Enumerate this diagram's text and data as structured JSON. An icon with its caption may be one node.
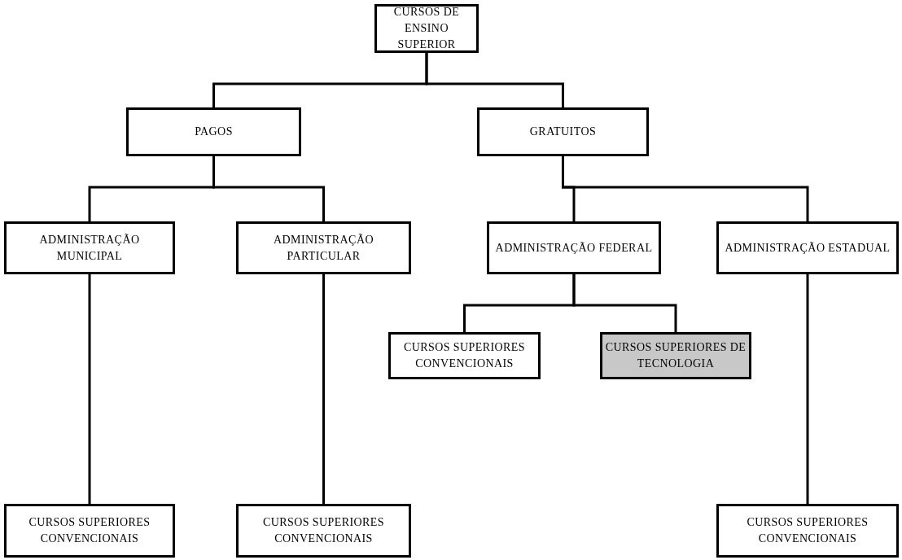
{
  "diagram": {
    "nodes": [
      {
        "text": [
          "CURSOS DE ENSINO SUPERIOR"
        ]
      },
      {
        "text": [
          "PAGOS"
        ]
      },
      {
        "text": [
          "GRATUITOS"
        ]
      },
      {
        "text": [
          "ADMINISTRAÇÃO MUNICIPAL"
        ]
      },
      {
        "text": [
          "ADMINISTRAÇÃO PARTICULAR"
        ]
      },
      {
        "text": [
          "ADMINISTRAÇÃO FEDERAL"
        ]
      },
      {
        "text": [
          "ADMINISTRAÇÃO ESTADUAL"
        ]
      },
      {
        "text": [
          "CURSOS SUPERIORES CONVENCIONAIS"
        ]
      },
      {
        "text": [
          "CURSOS SUPERIORES DE TECNOLOGIA"
        ]
      },
      {
        "text": [
          "CURSOS SUPERIORES CONVENCIONAIS"
        ]
      },
      {
        "text": [
          "CURSOS SUPERIORES CONVENCIONAIS"
        ]
      },
      {
        "text": [
          "CURSOS SUPERIORES CONVENCIONAIS"
        ]
      }
    ],
    "edges": [
      {
        "from": 0,
        "to": 1,
        "arrow": "none"
      },
      {
        "from": 0,
        "to": 2,
        "arrow": "none"
      },
      {
        "from": 1,
        "to": 3,
        "arrow": "none"
      },
      {
        "from": 1,
        "to": 4,
        "arrow": "none"
      },
      {
        "from": 2,
        "to": 5,
        "arrow": "none"
      },
      {
        "from": 2,
        "to": 6,
        "arrow": "none"
      },
      {
        "from": 5,
        "to": 7,
        "arrow": "none"
      },
      {
        "from": 5,
        "to": 8,
        "arrow": "none"
      },
      {
        "from": 3,
        "to": 9,
        "arrow": "none"
      },
      {
        "from": 4,
        "to": 10,
        "arrow": "none"
      },
      {
        "from": 6,
        "to": 11,
        "arrow": "none"
      }
    ]
  }
}
